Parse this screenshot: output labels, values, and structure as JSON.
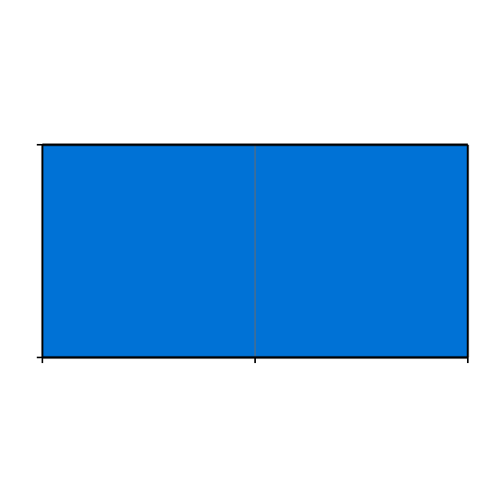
{
  "chart_data": {
    "type": "area",
    "x": [
      0,
      1,
      2
    ],
    "series": [
      {
        "values": [
          1,
          1,
          1
        ]
      }
    ],
    "xlim": [
      0,
      2
    ],
    "ylim": [
      0,
      1
    ],
    "grid": false,
    "fill_color": "#0072d6",
    "divider_color": "#6b6b6b",
    "axis_color": "#000000"
  }
}
